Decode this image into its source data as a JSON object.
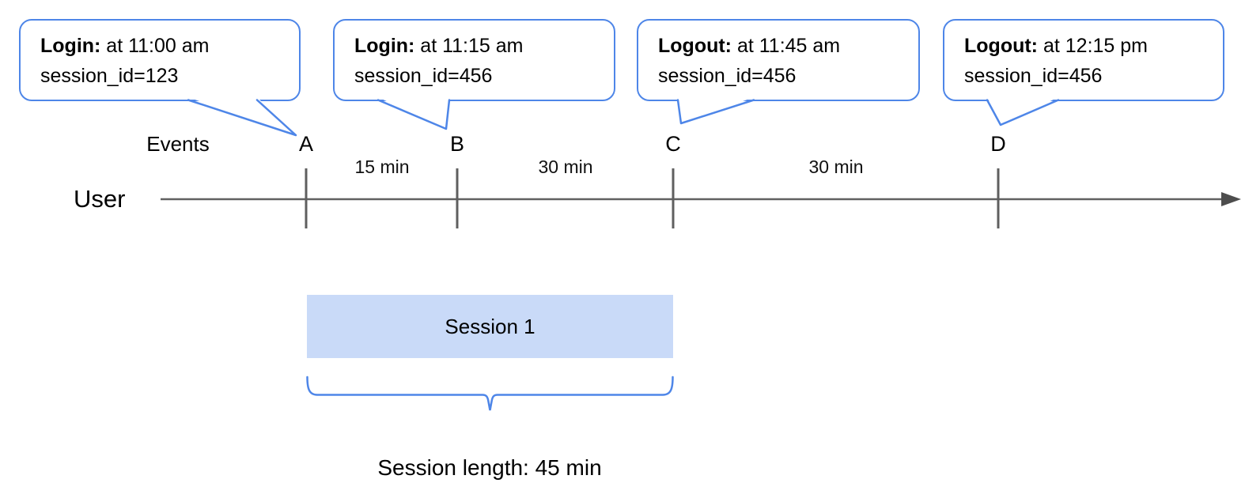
{
  "bubbles": [
    {
      "bold": "Login:",
      "rest": " at 11:00 am",
      "line2": "session_id=123"
    },
    {
      "bold": "Login:",
      "rest": " at 11:15 am",
      "line2": "session_id=456"
    },
    {
      "bold": "Logout:",
      "rest": " at 11:45 am",
      "line2": "session_id=456"
    },
    {
      "bold": "Logout:",
      "rest": " at 12:15 pm",
      "line2": "session_id=456"
    }
  ],
  "timeline": {
    "actor_label": "User",
    "events_label": "Events",
    "markers": [
      "A",
      "B",
      "C",
      "D"
    ],
    "intervals": [
      "15 min",
      "30 min",
      "30 min"
    ]
  },
  "session": {
    "label": "Session 1",
    "length_label": "Session length: 45 min"
  },
  "colors": {
    "blue": "#4e86e8",
    "box-blue": "#c9daf8",
    "axis": "#616161",
    "tick": "#5f5f5f",
    "ink": "#000000"
  }
}
